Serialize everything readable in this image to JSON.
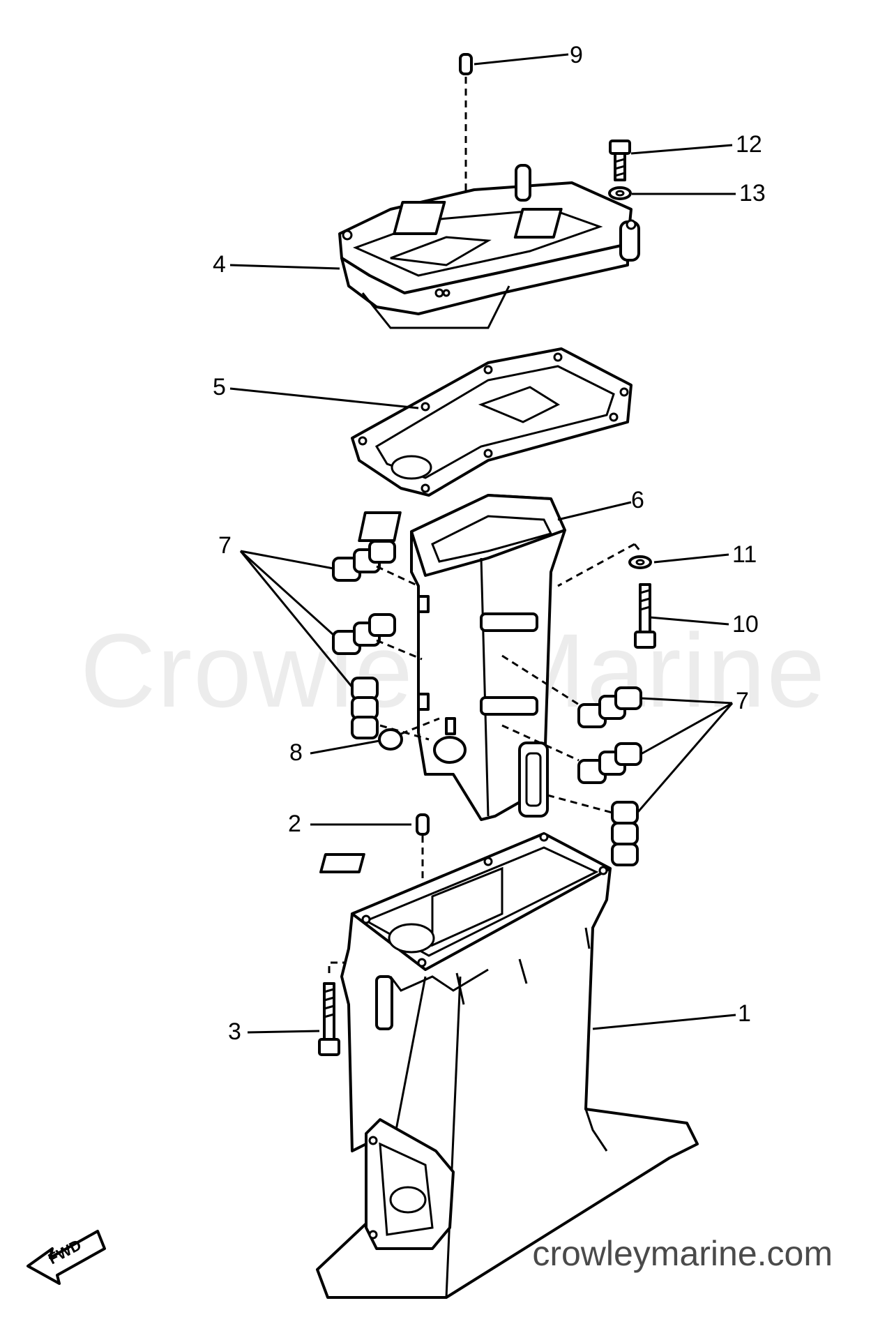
{
  "watermark": "Crowley Marine",
  "site_url": "crowleymarine.com",
  "fwd_label": "FWD",
  "callouts": {
    "c1": "1",
    "c2": "2",
    "c3": "3",
    "c4": "4",
    "c5": "5",
    "c6": "6",
    "c7a": "7",
    "c7b": "7",
    "c8": "8",
    "c9": "9",
    "c10": "10",
    "c11": "11",
    "c12": "12",
    "c13": "13"
  }
}
